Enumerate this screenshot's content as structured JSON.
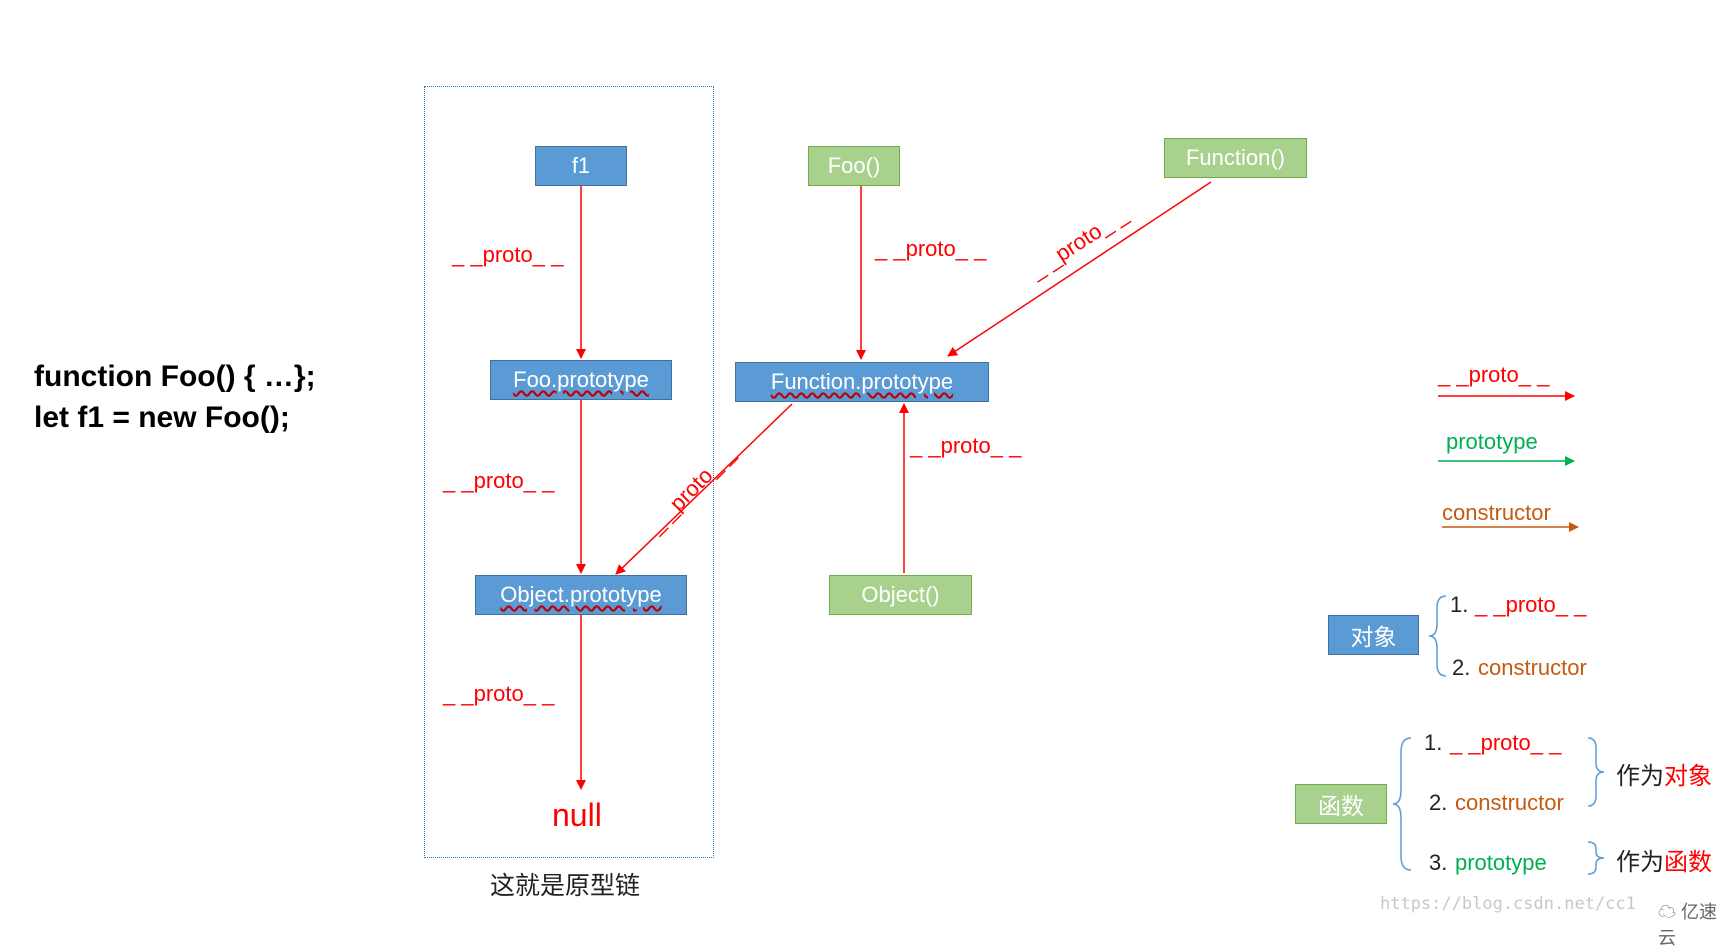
{
  "code": {
    "line1": "function Foo() { …};",
    "line2": "let f1 = new Foo();"
  },
  "nodes": {
    "f1": "f1",
    "foo_prototype": "Foo.prototype",
    "object_prototype": "Object.prototype",
    "null": "null",
    "foo": "Foo()",
    "function_prototype": "Function.prototype",
    "object": "Object()",
    "function": "Function()"
  },
  "edge_labels": {
    "f1_to_fooproto": "_ _proto_ _",
    "fooproto_to_objproto": "_ _proto_ _",
    "objproto_to_null": "_ _proto_ _",
    "foo_to_funcproto": "_ _proto_ _",
    "function_to_funcproto": "_ _proto_ _",
    "object_to_funcproto": "_ _proto_ _",
    "funcproto_to_objproto": "_ _proto_ _"
  },
  "chain_caption": "这就是原型链",
  "legend": {
    "proto": "_ _proto_ _",
    "prototype": "prototype",
    "constructor": "constructor"
  },
  "object_group": {
    "title": "对象",
    "item1_num": "1.",
    "item1": "_ _proto_ _",
    "item2_num": "2.",
    "item2": "constructor"
  },
  "function_group": {
    "title": "函数",
    "item1_num": "1.",
    "item1": "_ _proto_ _",
    "item2_num": "2.",
    "item2": "constructor",
    "item3_num": "3.",
    "item3": "prototype",
    "as_object_prefix": "作为",
    "as_object_word": "对象",
    "as_function_prefix": "作为",
    "as_function_word": "函数"
  },
  "watermark": {
    "url": "https://blog.csdn.net/cc1",
    "brand": "亿速云"
  },
  "colors": {
    "proto": "#ff0000",
    "prototype": "#00b050",
    "constructor": "#c55a11",
    "blue_node": "#5b9bd5",
    "green_node": "#a9d18e"
  }
}
